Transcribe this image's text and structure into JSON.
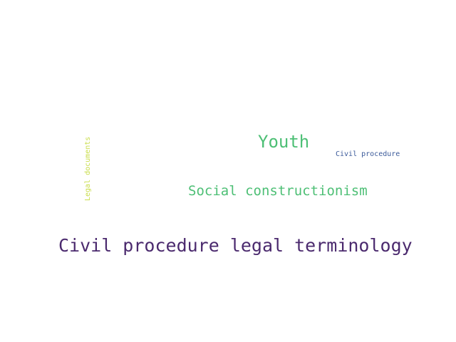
{
  "words": [
    {
      "text": "Youth",
      "color": "#4dbf75"
    },
    {
      "text": "Civil procedure",
      "color": "#3b5a9a"
    },
    {
      "text": "Social constructionism",
      "color": "#4dbf75"
    },
    {
      "text": "Civil procedure legal terminology",
      "color": "#4b2a6e"
    },
    {
      "text": "Legal documents",
      "color": "#c9dd4a"
    }
  ]
}
